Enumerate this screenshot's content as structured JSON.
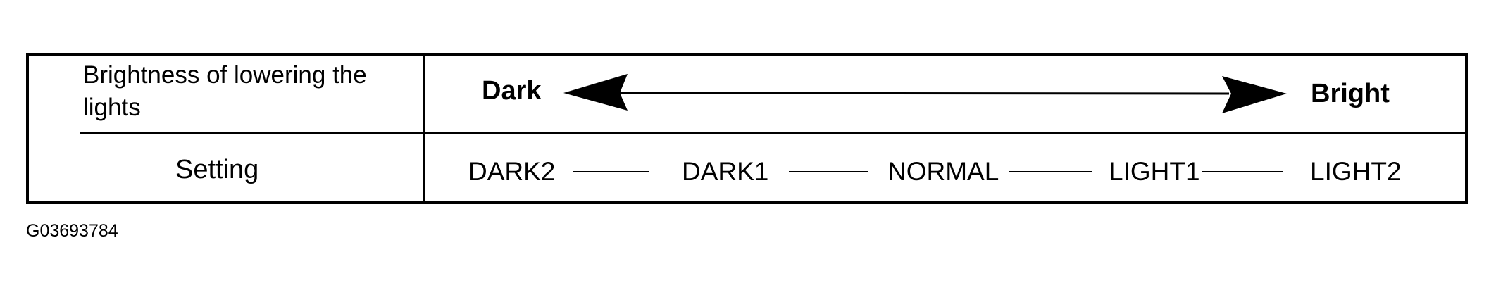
{
  "table": {
    "row1": {
      "label": "Brightness of lowering the lights",
      "scale": {
        "left_label": "Dark",
        "right_label": "Bright",
        "arrow": "double-headed-arrow"
      }
    },
    "row2": {
      "label": "Setting",
      "settings": [
        "DARK2",
        "DARK1",
        "NORMAL",
        "LIGHT1",
        "LIGHT2"
      ]
    }
  },
  "footnote": {
    "figure_id": "G03693784"
  },
  "colors": {
    "ink": "#000000",
    "background": "#ffffff"
  }
}
